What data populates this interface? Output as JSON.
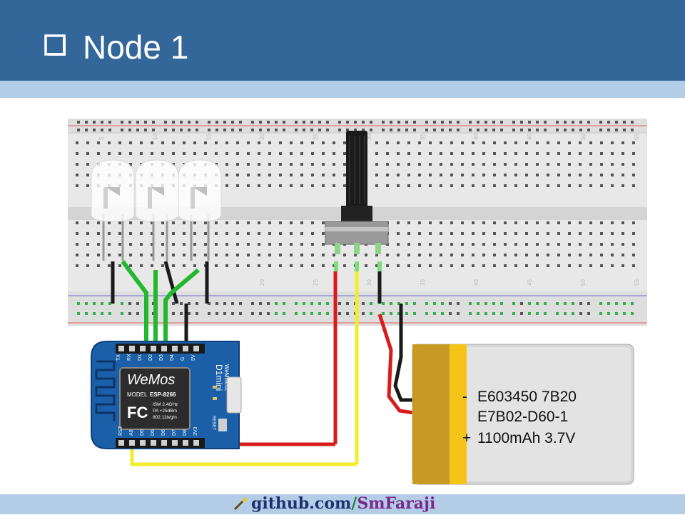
{
  "slide": {
    "title": "Node 1",
    "checkbox_icon": "checkbox-icon",
    "footer_prefix": "github.com",
    "footer_sep": "/",
    "footer_user": "SmFaraji",
    "footer_icon": "magic-wand-icon"
  },
  "breadboard": {
    "column_numbers": [
      "5",
      "10",
      "15",
      "20",
      "25",
      "30",
      "35",
      "40",
      "45",
      "50",
      "55"
    ]
  },
  "wemos": {
    "brand": "WeMos",
    "model_label": "MODEL",
    "model": "ESP-8266",
    "spec1": "ISM 2.4GHz",
    "spec2": "PA +25dBm",
    "spec3": "802.11b/g/n",
    "fc_mark": "FC",
    "board_name": "D1mini",
    "board_site": "WeMos.cc",
    "reset_label": "RESET",
    "top_pins": [
      "TX",
      "RX",
      "D1",
      "D2",
      "D3",
      "D4",
      "G",
      "5V"
    ],
    "bottom_pins": [
      "RST",
      "A0",
      "D0",
      "D5",
      "D6",
      "D7",
      "D8",
      "3V3"
    ]
  },
  "battery": {
    "line1_sign": "-",
    "line1": "E603450 7B20",
    "line2": "E7B02-D60-1",
    "line3_sign": "+",
    "line3": "1100mAh 3.7V"
  },
  "colors": {
    "header": "#336699",
    "strip": "#b3cde6",
    "wire_green": "#22b82e",
    "wire_red": "#d71c1c",
    "wire_yellow": "#f2ee2e",
    "wire_black": "#1a1a1a",
    "board_blue": "#1b5fa8",
    "battery_gold": "#c89a24"
  }
}
